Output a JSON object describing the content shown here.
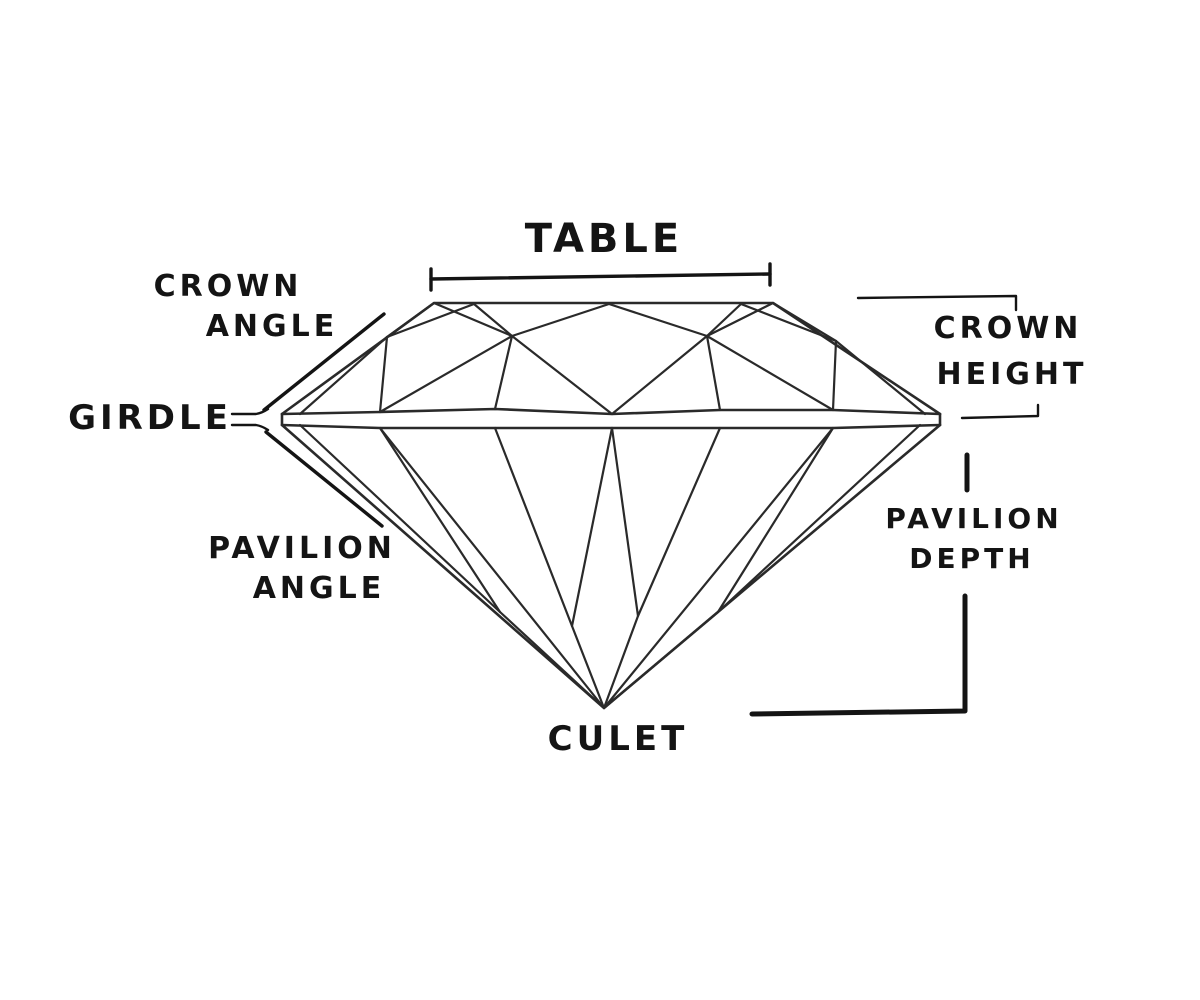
{
  "labels": {
    "table": "TABLE",
    "crown_angle_line1": "CROWN",
    "crown_angle_line2": "ANGLE",
    "crown_height_line1": "CROWN",
    "crown_height_line2": "HEIGHT",
    "girdle": "GIRDLE",
    "pavilion_angle_line1": "PAVILION",
    "pavilion_angle_line2": "ANGLE",
    "pavilion_depth_line1": "PAVILION",
    "pavilion_depth_line2": "DEPTH",
    "culet": "CULET"
  },
  "colors": {
    "ink": "#141414",
    "facet_line": "#2a2a2a",
    "background": "#ffffff"
  },
  "icons": {
    "diamond": "diamond-side-profile-drawing"
  }
}
